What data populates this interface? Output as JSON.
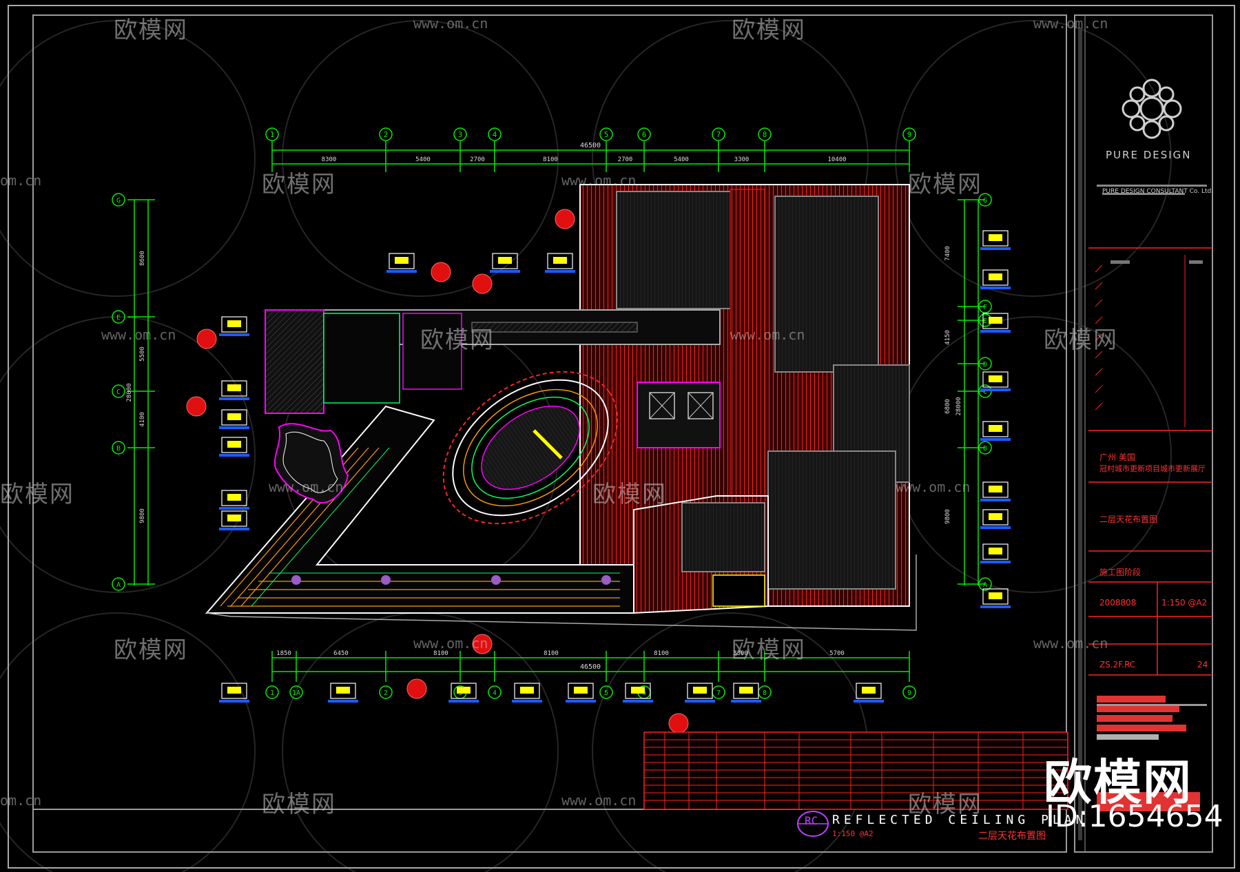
{
  "drawing": {
    "title": "REFLECTED  CEILING  PLAN",
    "title_cn": "二层天花布置图",
    "rc_tag": "RC",
    "scale": "1:150 @A2"
  },
  "brand": {
    "name": "PURE DESIGN",
    "company": "PURE DESIGN CONSULTANT Co. Ltd."
  },
  "title_block": {
    "project_cn": "广州 美国",
    "project_sub_cn": "冠村城市更新项目城市更新展厅",
    "drawing_name_cn": "二层天花布置图",
    "stage_cn": "施工图阶段",
    "date": "2008808",
    "scale": "1:150 @A2",
    "drawing_no": "ZS.2F.RC",
    "sheet": "24"
  },
  "dimensions": {
    "top_total": "46500",
    "top_segments": [
      "8300",
      "5400",
      "2700",
      "8100",
      "2700",
      "5400",
      "3300",
      "10400"
    ],
    "bottom_total": "46500",
    "bottom_segments": [
      "1850",
      "6450",
      "8100",
      "8100",
      "8100",
      "3300",
      "5700"
    ],
    "left_segments": [
      "8600",
      "5500",
      "4100",
      "9800"
    ],
    "left_total": "28000",
    "right_segments": [
      "7400",
      "4150",
      "6800",
      "9800"
    ],
    "right_total": "28000"
  },
  "grid": {
    "top": [
      "1",
      "2",
      "3",
      "4",
      "5",
      "6",
      "7",
      "8",
      "9"
    ],
    "bottom": [
      "1",
      "1A",
      "2",
      "3",
      "4",
      "5",
      "6",
      "7",
      "8",
      "9"
    ],
    "left": [
      "G",
      "E",
      "C",
      "B",
      "A"
    ],
    "right": [
      "G",
      "F",
      "E",
      "D",
      "C",
      "B",
      "A"
    ]
  },
  "watermark": {
    "brand": "欧模网",
    "url": "www.om.cn",
    "url_short": "om.cn",
    "id": "ID:1654654"
  },
  "colors": {
    "background": "#000000",
    "dimension": "#00ff00",
    "wall": "#ffffff",
    "hatch": "#ff2222",
    "accent_magenta": "#ff00ff",
    "accent_yellow": "#ffff00",
    "accent_blue": "#1a5cff",
    "watermark": "#c8c8c8"
  }
}
